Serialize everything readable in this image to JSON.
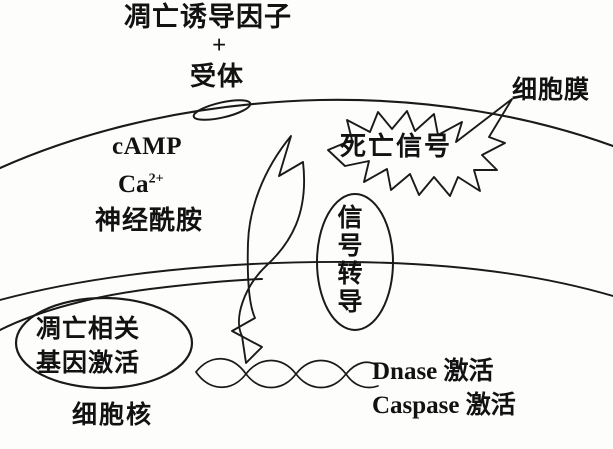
{
  "diagram": {
    "title": "Apoptosis signal transduction pathway",
    "background_color": "#fdfdfb",
    "ink_color": "#1a1a1a",
    "labels": {
      "inducer": "凋亡诱导因子",
      "plus": "+",
      "receptor": "受体",
      "cell_membrane": "细胞膜",
      "camp": "cAMP",
      "calcium": "Ca",
      "calcium_charge": "2+",
      "ceramide": "神经酰胺",
      "death_signal": "死亡信号",
      "signal_transduction": "信号转导",
      "gene_activation_line1": "凋亡相关",
      "gene_activation_line2": "基因激活",
      "nucleus": "细胞核",
      "dnase_latin": "Dnase",
      "dnase_cjk": "激活",
      "caspase_latin": "Caspase",
      "caspase_cjk": "激活"
    },
    "shapes": {
      "membrane_curve": "outer cell membrane arc",
      "cytoplasm_curve": "inner cytoplasm arc",
      "nuclear_curve": "nuclear envelope arc",
      "receptor_oval": "flat receptor oval on membrane",
      "death_starburst": "jagged starburst with arrow tail",
      "transduction_ellipse": "vertical ellipse crossing membranes",
      "gene_ellipse": "ellipse inside nucleus",
      "curved_arrow": "large hollow S-curved arrow pointing down-left",
      "dna_squiggle": "fragmented DNA double-helix wave"
    }
  }
}
